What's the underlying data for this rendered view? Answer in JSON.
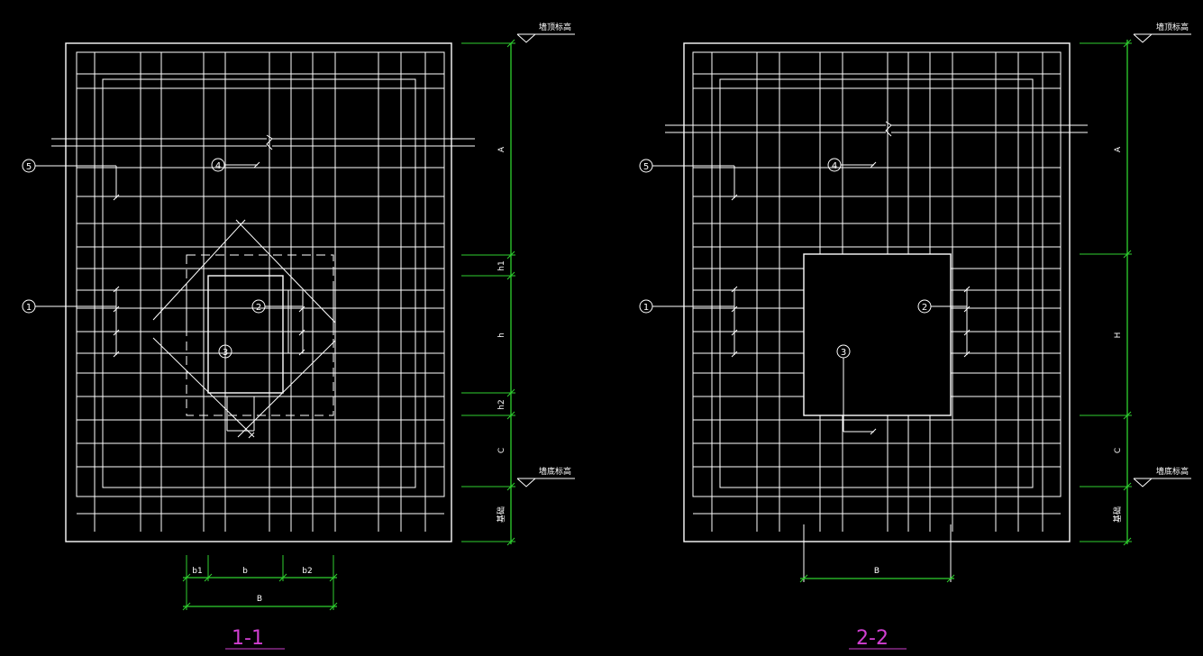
{
  "colors": {
    "background": "#000000",
    "lines": "#ffffff",
    "dimension": "#2fd12f",
    "title": "#d13fd1"
  },
  "section_1": {
    "title": "1-1",
    "callouts": [
      "1",
      "2",
      "3",
      "4",
      "5"
    ],
    "dim_vertical": {
      "A": "A",
      "h1": "h1",
      "h": "h",
      "h2": "h2",
      "C": "C",
      "bottom": "基础"
    },
    "dim_horizontal": {
      "b1": "b1",
      "b": "b",
      "b2": "b2",
      "B": "B"
    },
    "elev_top": "墙顶标高",
    "elev_bottom": "墙底标高"
  },
  "section_2": {
    "title": "2-2",
    "callouts": [
      "1",
      "2",
      "3",
      "4",
      "5"
    ],
    "dim_vertical": {
      "A": "A",
      "H": "H",
      "C": "C",
      "bottom": "基础"
    },
    "dim_horizontal": {
      "B": "B"
    },
    "elev_top": "墙顶标高",
    "elev_bottom": "墙底标高"
  }
}
